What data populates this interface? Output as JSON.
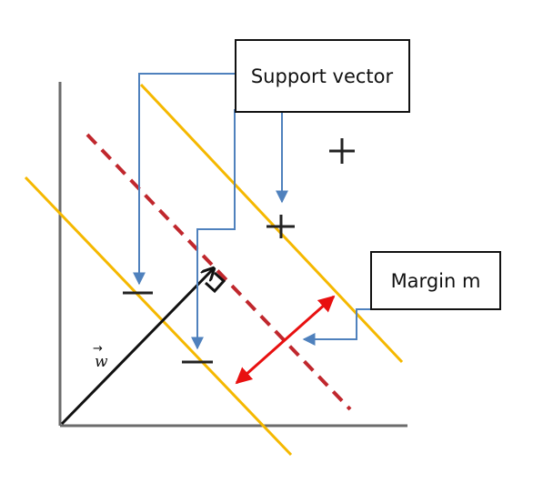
{
  "labels": {
    "support_vector": "Support vector",
    "margin": "Margin m",
    "vector_w": "w",
    "vector_w_arrow": "→"
  },
  "colors": {
    "axis": "#6b6b6b",
    "hyperplane": "#c0272d",
    "margin_line": "#f5b800",
    "callout_line": "#4f81bd",
    "margin_arrow": "#e81010",
    "vector_w": "#111111",
    "sign": "#222222"
  }
}
